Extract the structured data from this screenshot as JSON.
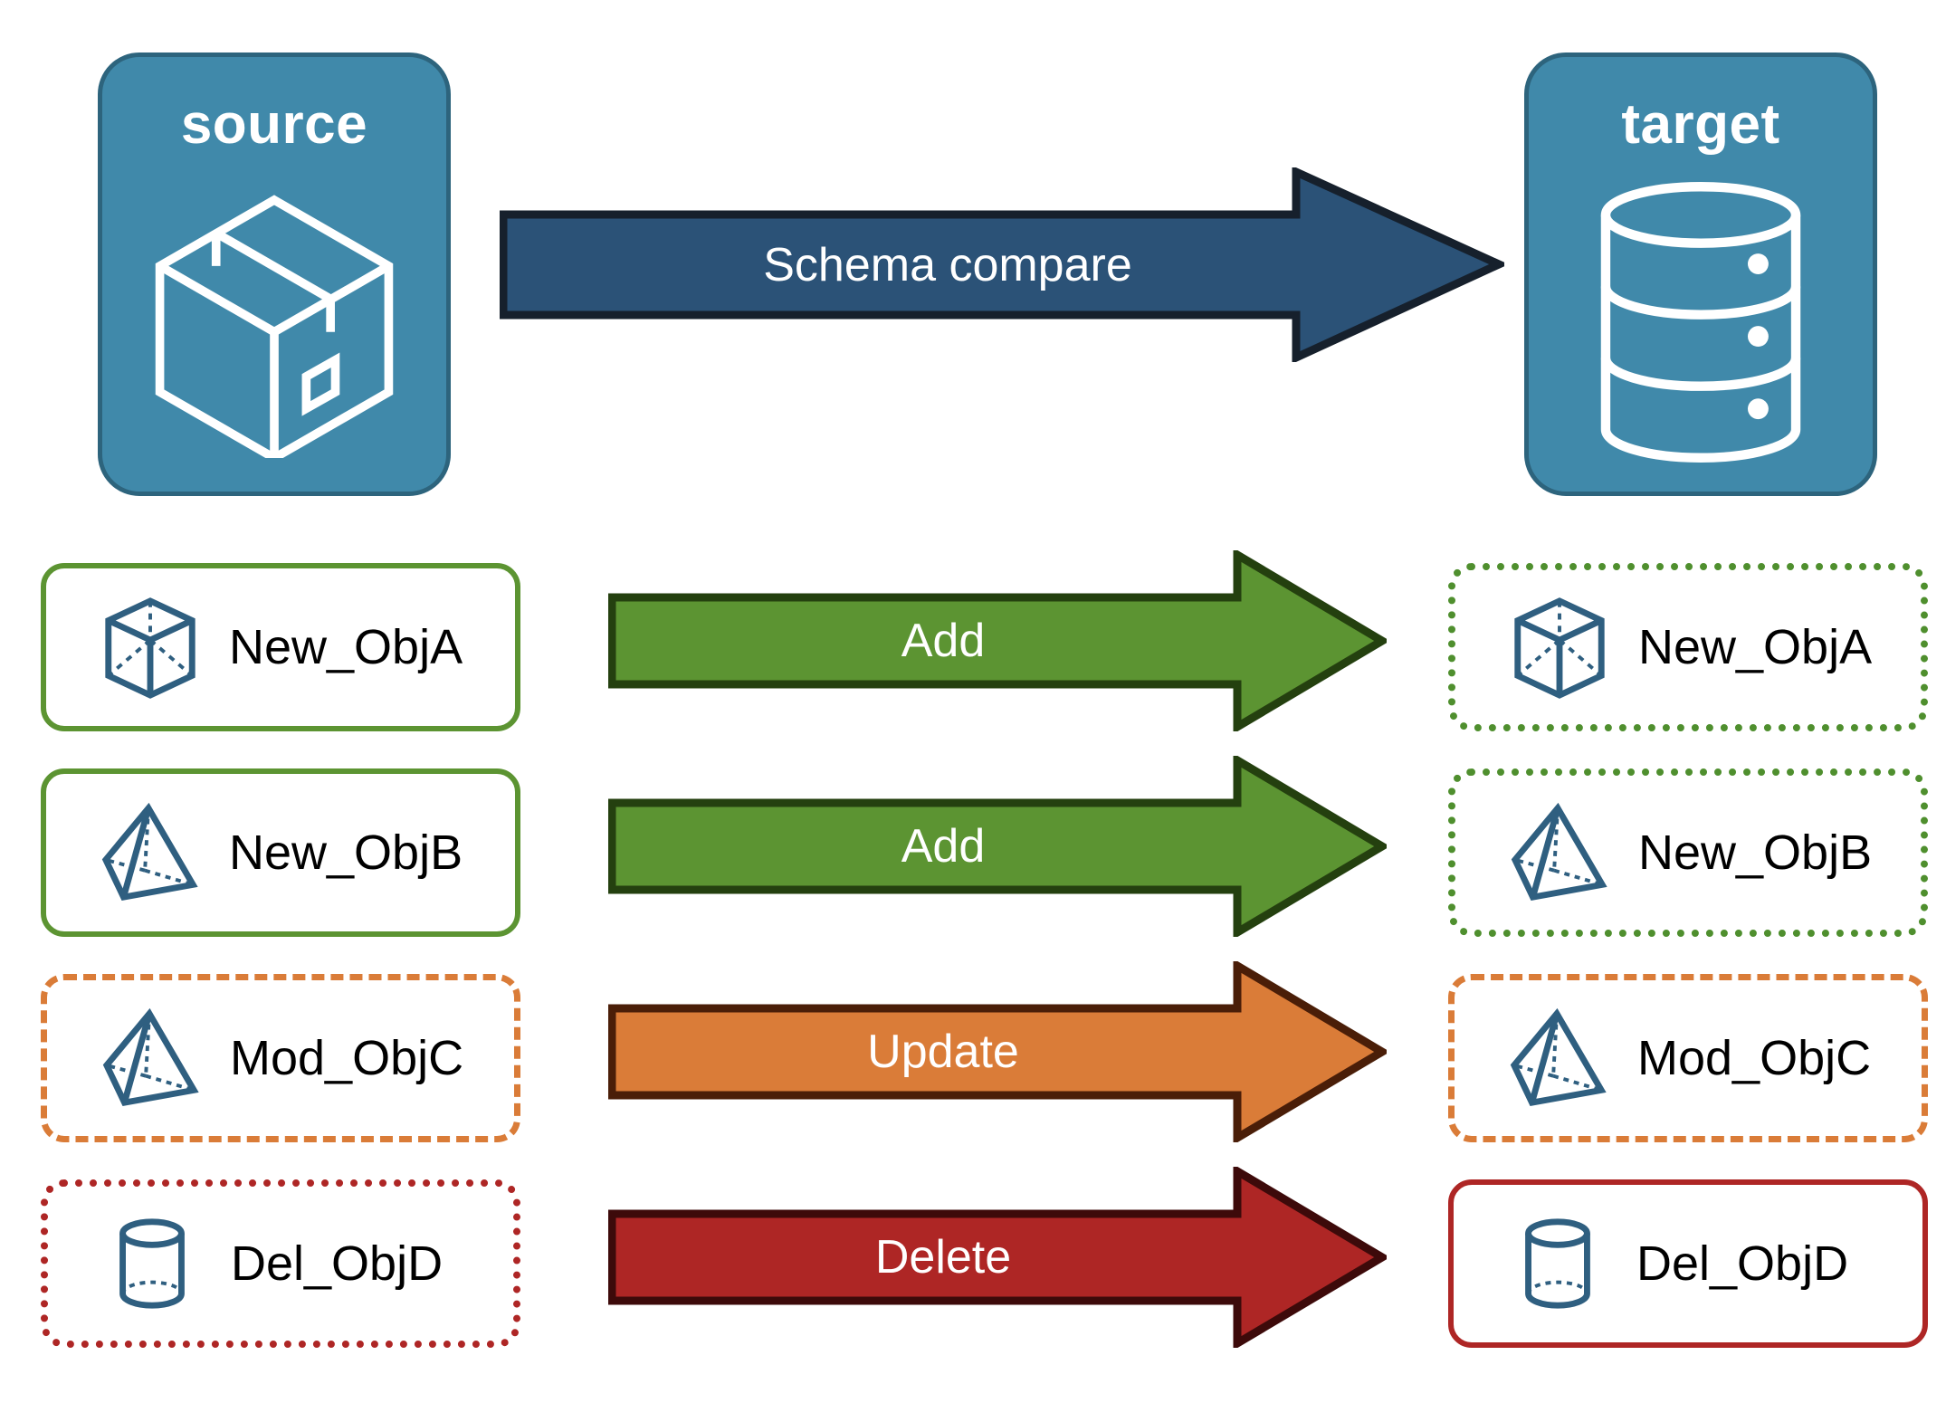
{
  "diagram": {
    "title": "Schema compare source to target",
    "endpoints": {
      "source": {
        "label": "source",
        "icon": "package-box-icon"
      },
      "target": {
        "label": "target",
        "icon": "database-cylinder-icon"
      }
    },
    "main_arrow": {
      "label": "Schema compare",
      "color": "#2b5277",
      "outline": "#16202c"
    },
    "rows": [
      {
        "action": "Add",
        "arrow_color": "#5c9432",
        "arrow_outline": "#24400f",
        "source": {
          "label": "New_ObjA",
          "icon": "wireframe-cube-icon",
          "border_color": "#5c9432",
          "border_style": "solid"
        },
        "target": {
          "label": "New_ObjA",
          "icon": "wireframe-cube-icon",
          "border_color": "#4f8f2e",
          "border_style": "dotted"
        }
      },
      {
        "action": "Add",
        "arrow_color": "#5c9432",
        "arrow_outline": "#24400f",
        "source": {
          "label": "New_ObjB",
          "icon": "wireframe-pyramid-icon",
          "border_color": "#5c9432",
          "border_style": "solid"
        },
        "target": {
          "label": "New_ObjB",
          "icon": "wireframe-pyramid-icon",
          "border_color": "#4f8f2e",
          "border_style": "dotted"
        }
      },
      {
        "action": "Update",
        "arrow_color": "#da7c38",
        "arrow_outline": "#4a1e08",
        "source": {
          "label": "Mod_ObjC",
          "icon": "wireframe-pyramid-icon",
          "border_color": "#da7c38",
          "border_style": "dashed"
        },
        "target": {
          "label": "Mod_ObjC",
          "icon": "wireframe-pyramid-icon",
          "border_color": "#da7c38",
          "border_style": "dashed"
        }
      },
      {
        "action": "Delete",
        "arrow_color": "#ae2625",
        "arrow_outline": "#3d0a0a",
        "source": {
          "label": "Del_ObjD",
          "icon": "wireframe-cylinder-icon",
          "border_color": "#ae2625",
          "border_style": "dotted"
        },
        "target": {
          "label": "Del_ObjD",
          "icon": "wireframe-cylinder-icon",
          "border_color": "#ae2625",
          "border_style": "solid"
        }
      }
    ],
    "colors": {
      "panel_fill": "#4089aa",
      "panel_border": "#2d647d",
      "icon_stroke": "#2f5f80",
      "background": "#ffffff",
      "text": "#000000"
    }
  }
}
